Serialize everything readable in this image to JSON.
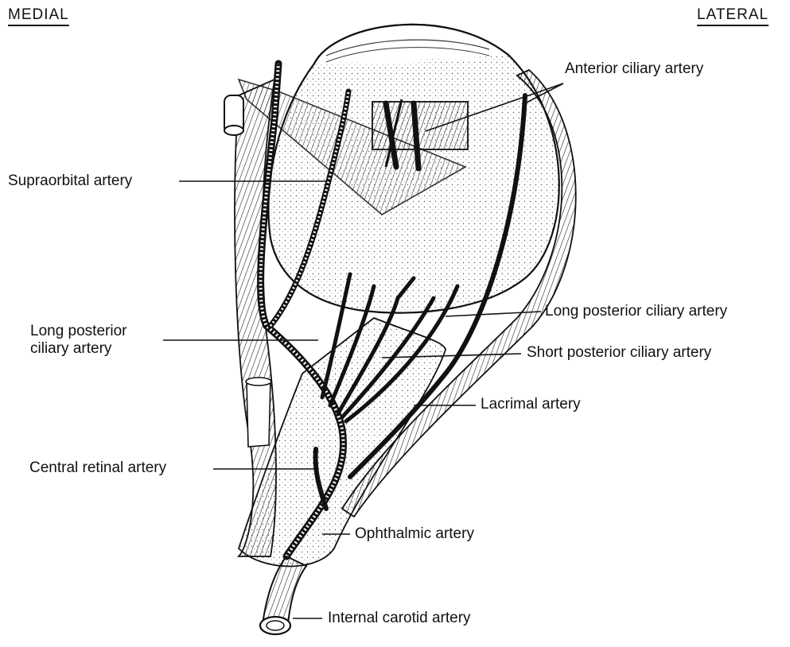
{
  "orientation": {
    "medial": "MEDIAL",
    "lateral": "LATERAL"
  },
  "labels": {
    "anterior_ciliary": "Anterior ciliary artery",
    "supraorbital": "Supraorbital artery",
    "long_posterior_ciliary_left_line1": "Long posterior",
    "long_posterior_ciliary_left_line2": "ciliary artery",
    "long_posterior_ciliary_right": "Long posterior ciliary artery",
    "short_posterior_ciliary": "Short posterior ciliary artery",
    "lacrimal": "Lacrimal artery",
    "central_retinal": "Central retinal artery",
    "ophthalmic": "Ophthalmic artery",
    "internal_carotid": "Internal carotid artery"
  },
  "colors": {
    "ink": "#111111",
    "background": "#ffffff"
  }
}
